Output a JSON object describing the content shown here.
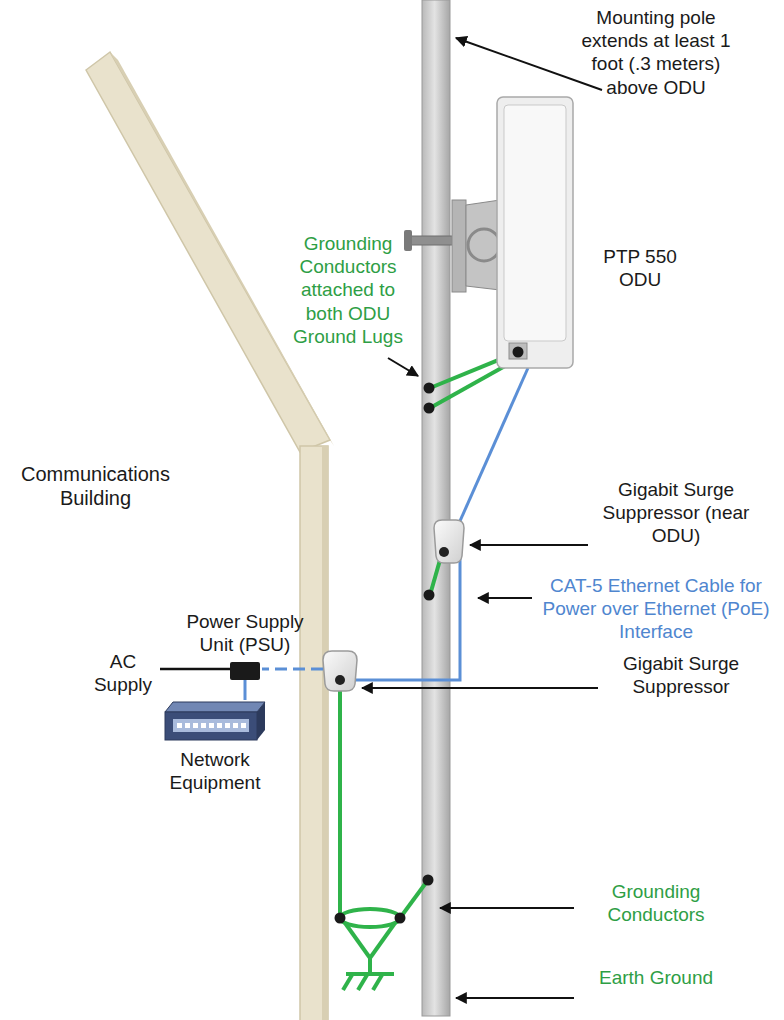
{
  "diagram": {
    "nodes": [
      {
        "text": [
          "PTP 550 ODU"
        ]
      },
      {
        "text": [
          "Power Supply Unit (PSU)"
        ]
      },
      {
        "text": [
          "Network Equipment"
        ]
      }
    ],
    "edges": [
      {
        "from": 1,
        "to": 2,
        "arrow": "none"
      }
    ],
    "labels": [
      "Mounting pole extends at least 1 foot (.3 meters) above ODU",
      "Grounding Conductors attached to both ODU Ground Lugs",
      "Communications Building",
      "Gigabit Surge Suppressor (near ODU)",
      "CAT-5 Ethernet Cable for Power over Ethernet (PoE) Interface",
      "AC Supply",
      "Gigabit Surge Suppressor",
      "Grounding Conductors",
      "Earth Ground"
    ]
  }
}
